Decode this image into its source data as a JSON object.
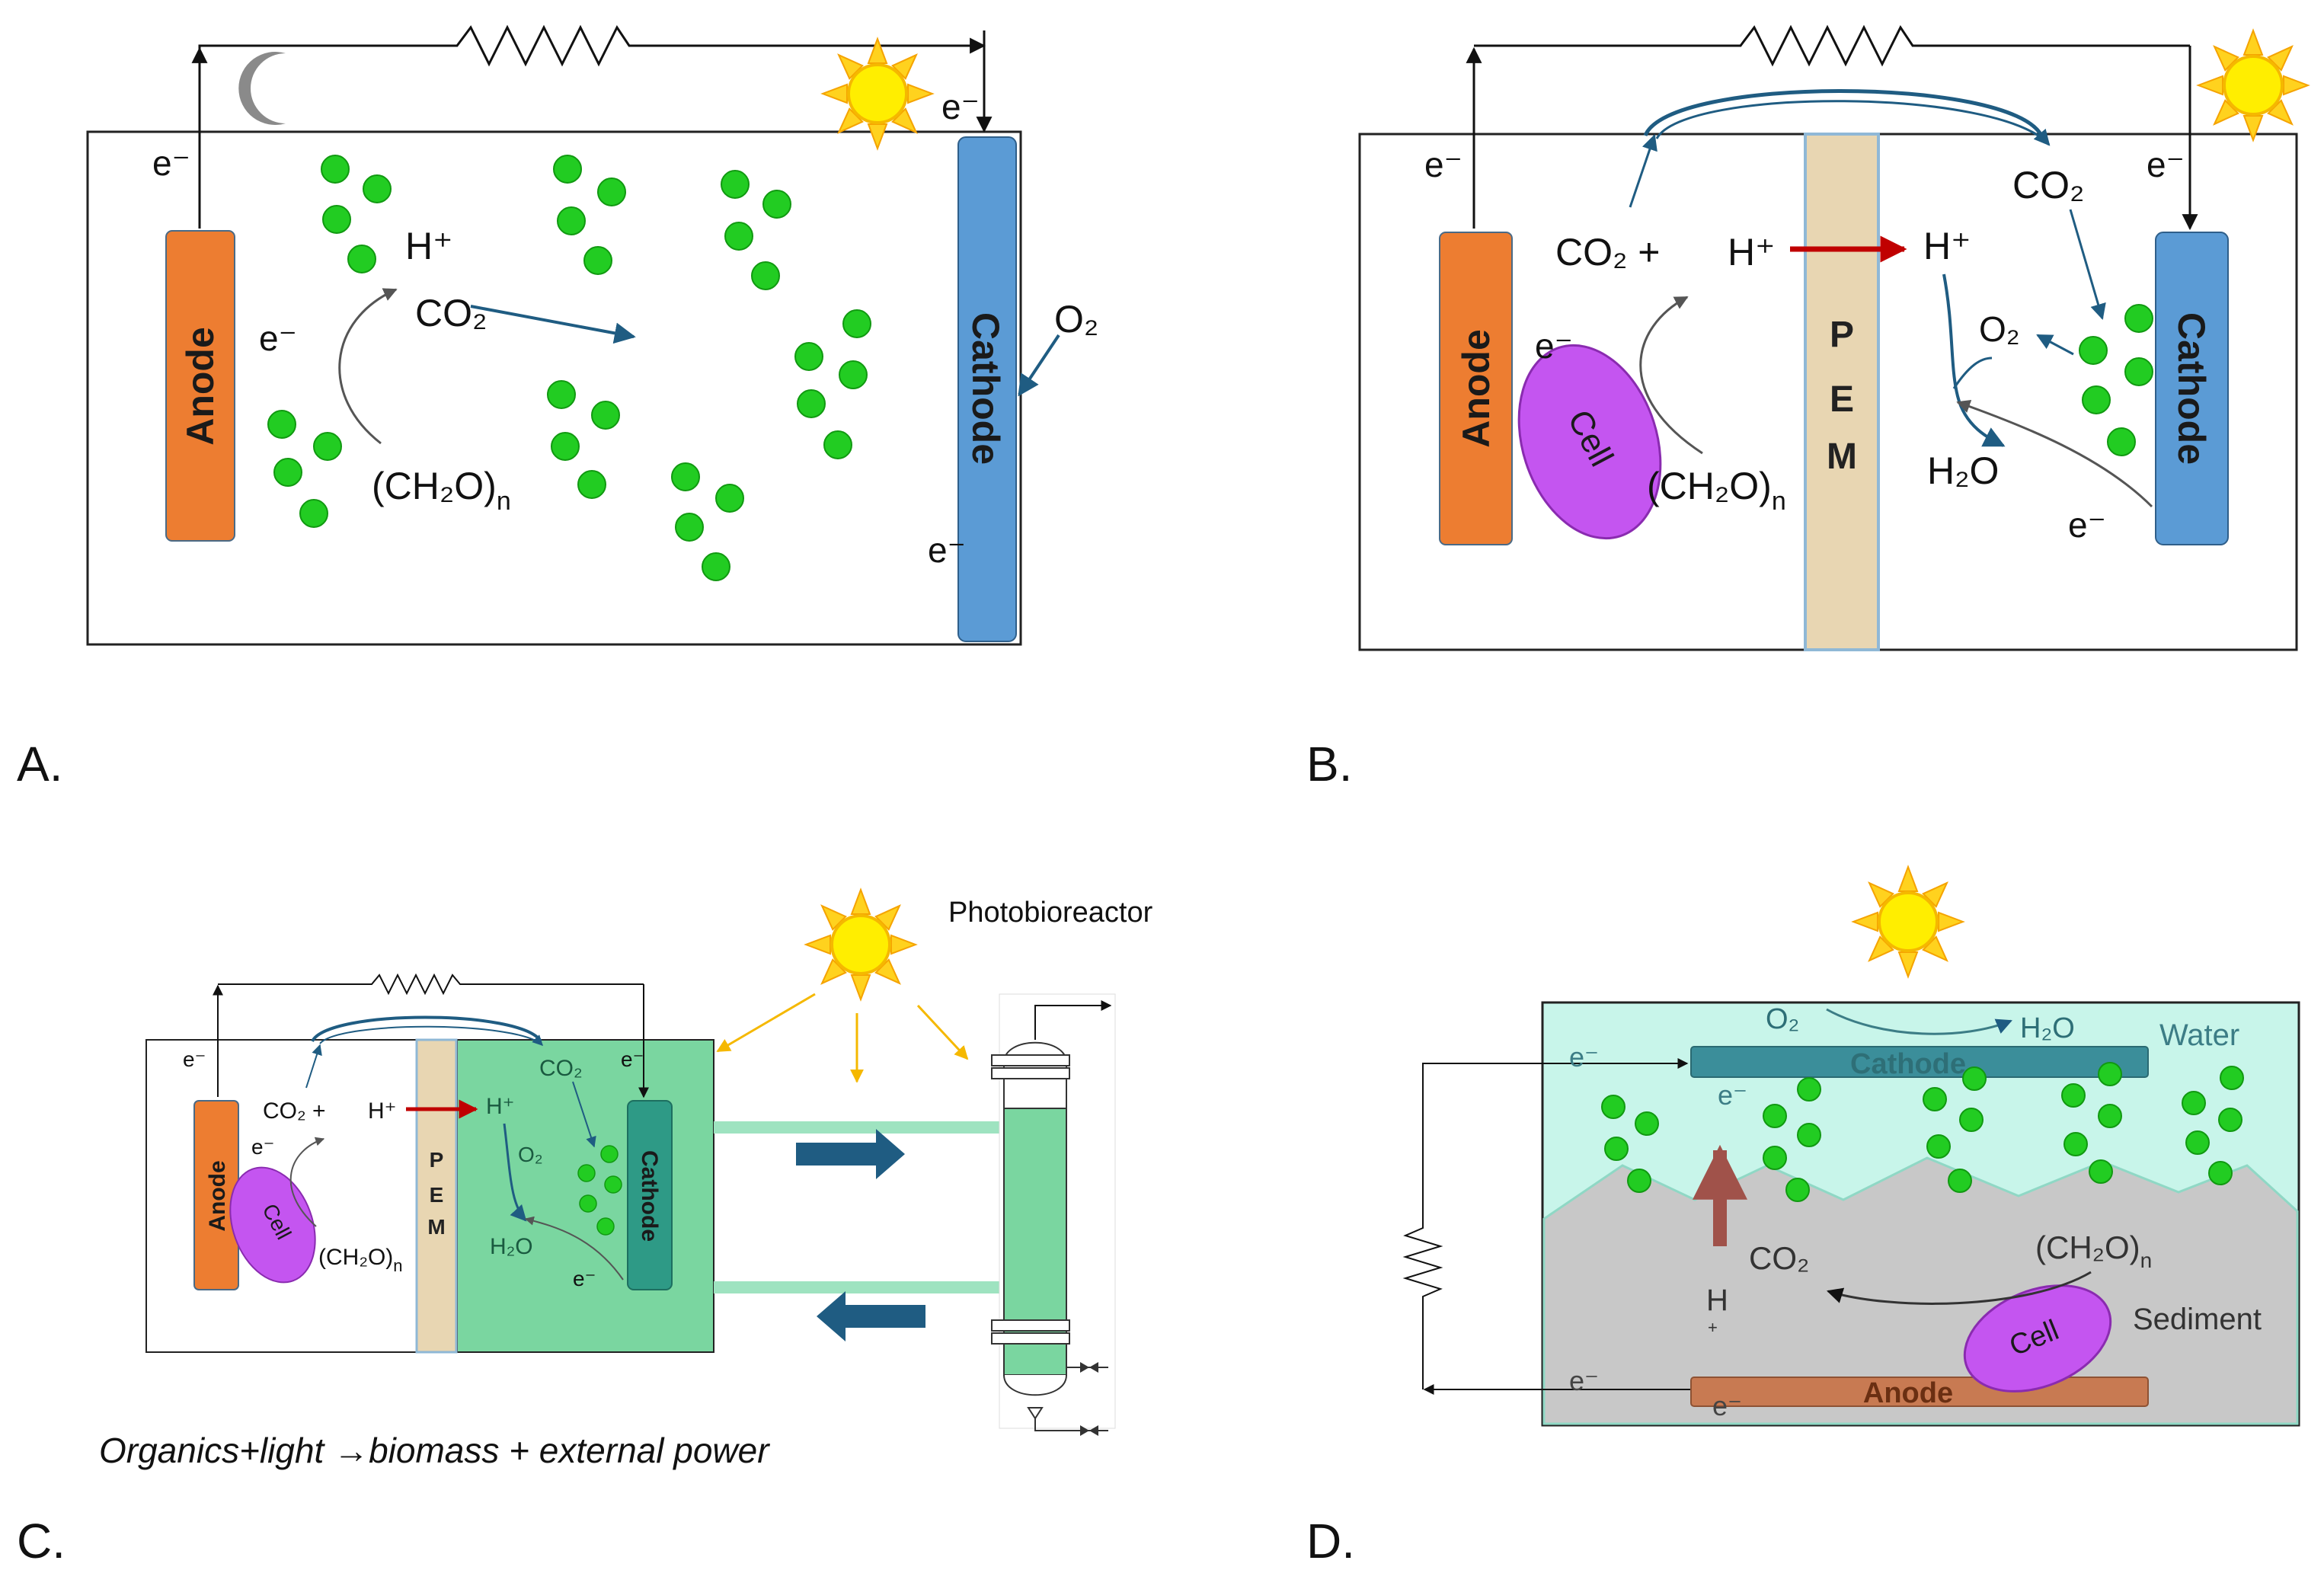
{
  "colors": {
    "anode": "#ED7D31",
    "cathode": "#5B9BD5",
    "cathode_teal": "#2E9A86",
    "bacteria": "#22CC22",
    "cell": "#C455F0",
    "pem": "#E8D6B2",
    "pem_border": "#8FB8D6",
    "water": "#C8F5EA",
    "sediment": "#C8C8C8",
    "reactor_green": "#7AD6A0",
    "flow_arrow": "#1F5C82",
    "proton_arrow": "#C00000",
    "sun_ray": "#F5B800",
    "sun_core": "#FFEE00"
  },
  "icons": {
    "resistor": "resistor-icon",
    "sun": "sun-icon",
    "moon": "moon-icon",
    "reactor_column": "photobioreactor-column-icon",
    "valve": "valve-icon"
  },
  "panels": {
    "a": {
      "label": "A.",
      "anode": "Anode",
      "cathode": "Cathode",
      "electron": "e⁻",
      "proton": "H⁺",
      "co2": "CO₂",
      "o2": "O₂",
      "organics_base": "(CH₂O)",
      "organics_sub": "n"
    },
    "b": {
      "label": "B.",
      "anode": "Anode",
      "cathode": "Cathode",
      "cell": "Cell",
      "pem_letters": [
        "P",
        "E",
        "M"
      ],
      "electron": "e⁻",
      "proton": "H⁺",
      "co2_plus": "CO₂ +",
      "co2": "CO₂",
      "o2": "O₂",
      "water": "H₂O",
      "organics_base": "(CH₂O)",
      "organics_sub": "n"
    },
    "c": {
      "label": "C.",
      "anode": "Anode",
      "cathode": "Cathode",
      "cell": "Cell",
      "pem_letters": [
        "P",
        "E",
        "M"
      ],
      "electron": "e⁻",
      "proton": "H⁺",
      "co2_plus": "CO₂ +",
      "co2": "CO₂",
      "o2": "O₂",
      "water": "H₂O",
      "organics_base": "(CH₂O)",
      "organics_sub": "n",
      "reactor_title": "Photobioreactor",
      "equation": "Organics+light →biomass + external power"
    },
    "d": {
      "label": "D.",
      "anode": "Anode",
      "cathode": "Cathode",
      "cell": "Cell",
      "water_label": "Water",
      "sediment_label": "Sediment",
      "electron": "e⁻",
      "proton": "H",
      "proton_charge": "+",
      "co2": "CO₂",
      "o2": "O₂",
      "water": "H₂O",
      "organics_base": "(CH₂O)",
      "organics_sub": "n"
    }
  }
}
